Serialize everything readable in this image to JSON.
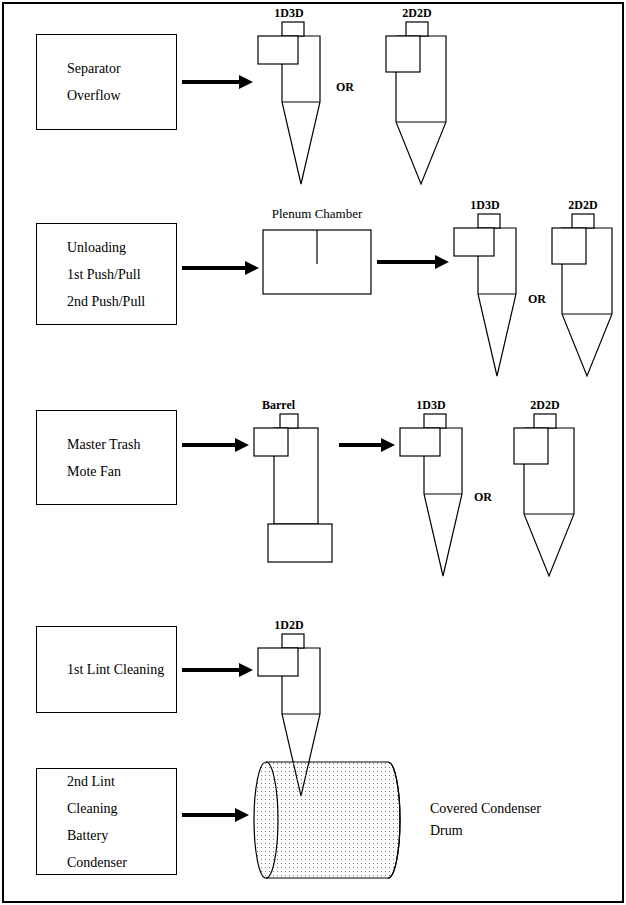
{
  "diagram": {
    "nodes": [
      {
        "text": [
          "Separator Overflow"
        ]
      },
      {
        "text": [
          "1D3D"
        ]
      },
      {
        "text": [
          "2D2D"
        ]
      },
      {
        "text": [
          "Unloading",
          "1st Push/Pull",
          "2nd Push/Pull"
        ]
      },
      {
        "text": [
          "Plenum Chamber"
        ]
      },
      {
        "text": [
          "1D3D"
        ]
      },
      {
        "text": [
          "2D2D"
        ]
      },
      {
        "text": [
          "Master Trash",
          "Mote Fan"
        ]
      },
      {
        "text": [
          "Barrel"
        ]
      },
      {
        "text": [
          "1D3D"
        ]
      },
      {
        "text": [
          "2D2D"
        ]
      },
      {
        "text": [
          "1st Lint Cleaning"
        ]
      },
      {
        "text": [
          "1D2D"
        ]
      },
      {
        "text": [
          "2nd Lint Cleaning",
          "Battery Condenser"
        ]
      },
      {
        "text": [
          "Covered Condenser Drum"
        ]
      }
    ],
    "edges": [
      {
        "from": 0,
        "to": 1,
        "arrow": "to"
      },
      {
        "from": 3,
        "to": 4,
        "arrow": "to"
      },
      {
        "from": 4,
        "to": 5,
        "arrow": "to"
      },
      {
        "from": 7,
        "to": 8,
        "arrow": "to"
      },
      {
        "from": 8,
        "to": 9,
        "arrow": "to"
      },
      {
        "from": 11,
        "to": 12,
        "arrow": "to"
      },
      {
        "from": 13,
        "to": 14,
        "arrow": "to"
      }
    ],
    "labels": [
      "OR",
      "OR",
      "OR"
    ]
  }
}
